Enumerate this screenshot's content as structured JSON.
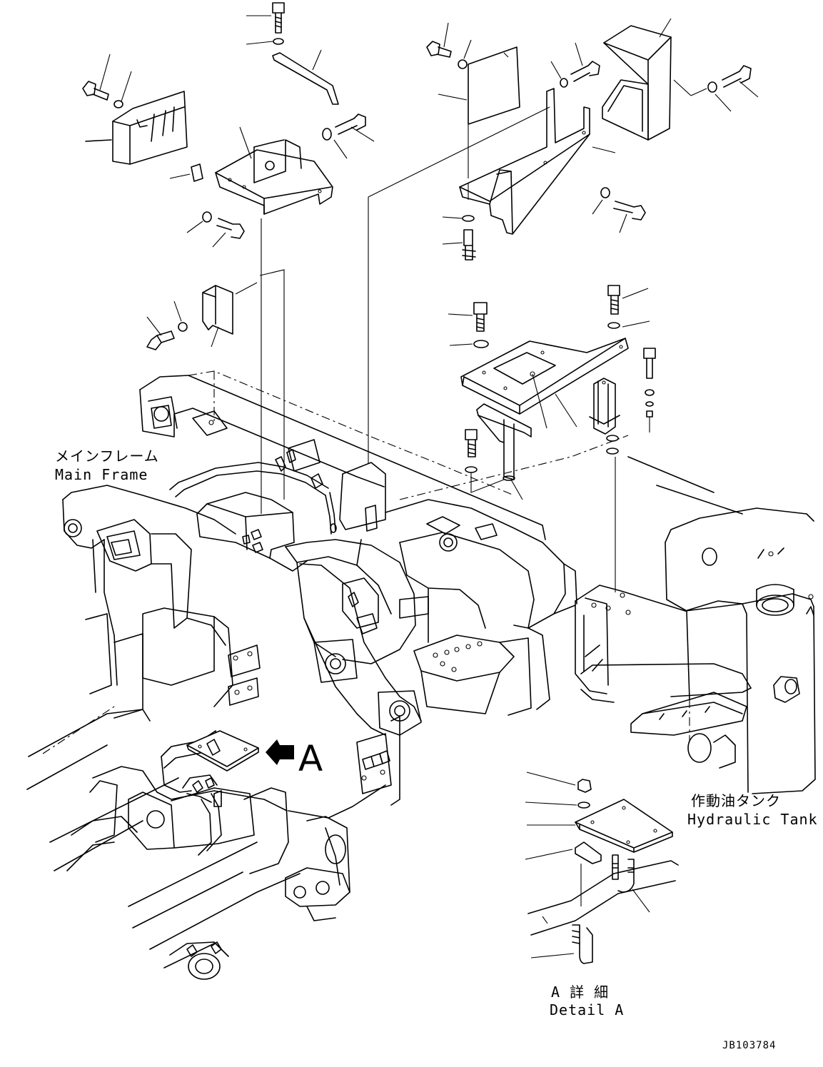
{
  "labels": {
    "main_frame_jp": "メインフレーム",
    "main_frame_en": "Main Frame",
    "hydraulic_tank_jp": "作動油タンク",
    "hydraulic_tank_en": "Hydraulic Tank",
    "detail_jp": "A 詳 細",
    "detail_en": "Detail A",
    "view_arrow_letter": "A",
    "drawing_code": "JB103784"
  },
  "icons": [
    "view-arrow-icon"
  ]
}
